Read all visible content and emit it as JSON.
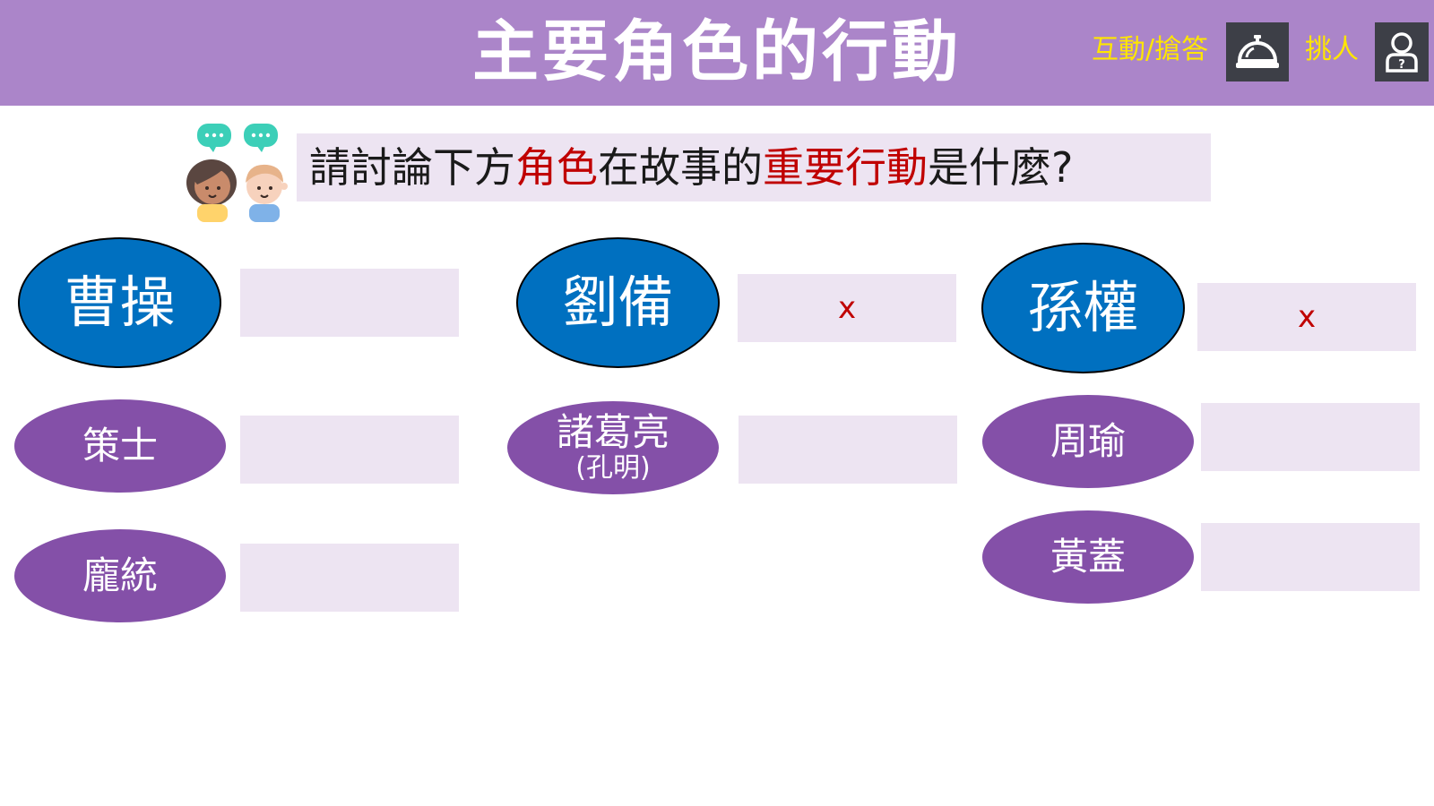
{
  "header": {
    "title": "主要角色的行動",
    "interact_label": "互動/搶答",
    "interact_icon": "service-bell-icon",
    "pick_label": "挑人",
    "pick_icon": "person-question-icon"
  },
  "question": {
    "icon": "discussion-people-icon",
    "parts": [
      {
        "text": "請討論下方",
        "highlight": false
      },
      {
        "text": "角色",
        "highlight": true
      },
      {
        "text": "在故事的",
        "highlight": false
      },
      {
        "text": "重要行動",
        "highlight": true
      },
      {
        "text": "是什麼?",
        "highlight": false
      }
    ]
  },
  "colors": {
    "header_bg": "#ab85c9",
    "main_character": "#0070c0",
    "sub_character": "#8450a8",
    "answer_box": "#ede4f2",
    "highlight": "#c00000",
    "tool_label": "#ffe600"
  },
  "columns": [
    {
      "main": {
        "name": "曹操",
        "answer": ""
      },
      "subs": [
        {
          "name": "策士",
          "note": "",
          "answer": ""
        },
        {
          "name": "龐統",
          "note": "",
          "answer": ""
        }
      ]
    },
    {
      "main": {
        "name": "劉備",
        "answer": "x"
      },
      "subs": [
        {
          "name": "諸葛亮",
          "note": "(孔明)",
          "answer": ""
        }
      ]
    },
    {
      "main": {
        "name": "孫權",
        "answer": "x"
      },
      "subs": [
        {
          "name": "周瑜",
          "note": "",
          "answer": ""
        },
        {
          "name": "黃蓋",
          "note": "",
          "answer": ""
        }
      ]
    }
  ]
}
